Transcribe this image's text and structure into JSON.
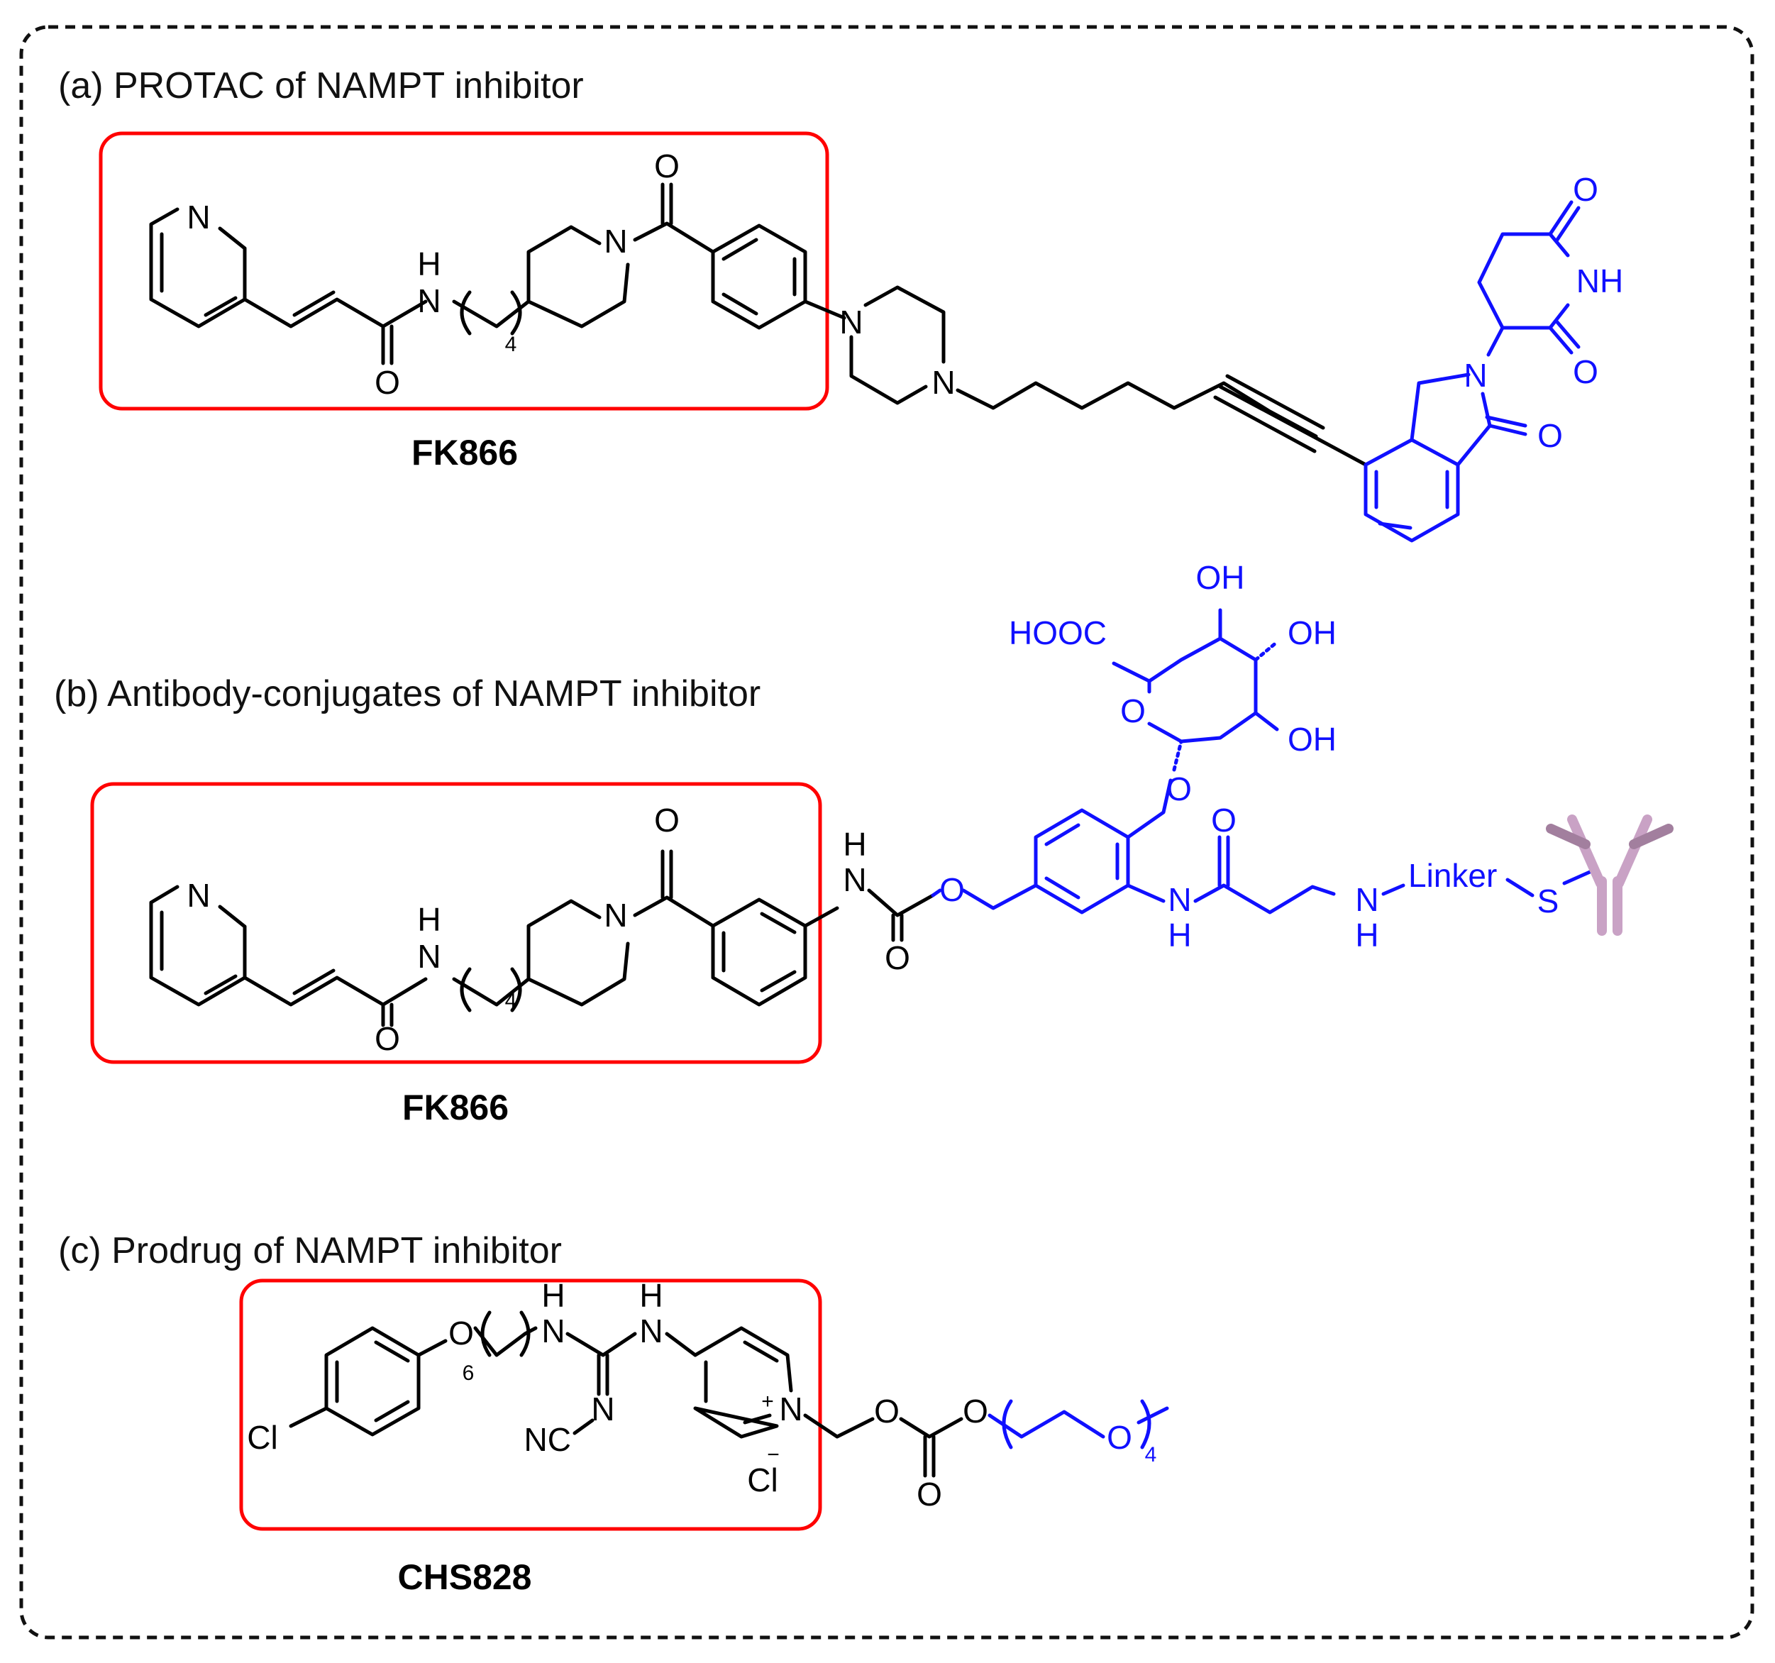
{
  "panels": {
    "a": {
      "heading": "(a) PROTAC of NAMPT inhibitor",
      "caption": "FK866",
      "atoms": {
        "pyridine_n": "N",
        "amide_h": "H",
        "amide_n": "N",
        "amide_o": "O",
        "chain_count": "4",
        "pip_n": "N",
        "carbonyl_o": "O",
        "piperazine_n1": "N",
        "piperazine_n2": "N",
        "glut_o_top": "O",
        "glut_nh": "NH",
        "glut_o_bottom": "O",
        "isoind_n": "N",
        "isoind_o": "O"
      }
    },
    "b": {
      "heading": "(b) Antibody-conjugates of NAMPT inhibitor",
      "caption": "FK866",
      "atoms": {
        "pyridine_n": "N",
        "amide_h": "H",
        "amide_n": "N",
        "amide_o": "O",
        "chain_count": "4",
        "pip_n": "N",
        "carbonyl_o": "O",
        "carbamate_h": "H",
        "carbamate_n": "N",
        "carbamate_o_ring": "O",
        "carbamate_o": "O",
        "glucuronide_o": "O",
        "sugar_o": "O",
        "hooc": "HOOC",
        "oh_top": "OH",
        "oh_right": "OH",
        "oh_bottom": "OH",
        "amide2_n": "N",
        "amide2_h": "H",
        "amide2_o": "O",
        "amine_n": "N",
        "amine_h": "H",
        "linker": "Linker",
        "sulfur": "S"
      }
    },
    "c": {
      "heading": "(c) Prodrug of NAMPT inhibitor",
      "caption": "CHS828",
      "atoms": {
        "ether_o": "O",
        "chain_count": "6",
        "nh1_h": "H",
        "nh1_n": "N",
        "nh2_h": "H",
        "nh2_n": "N",
        "imine_n": "N",
        "nitrile": "NC",
        "chloro": "Cl",
        "pyridinium_n": "N",
        "plus": "+",
        "counterion": "Cl",
        "minus": "−",
        "carbonate_o1": "O",
        "carbonate_o2": "O",
        "carbonate_o3": "O",
        "peg_o": "O",
        "peg_count": "4"
      }
    }
  },
  "colors": {
    "frame": "#000000",
    "highlight_box": "#ff0000",
    "inhibitor": "#000000",
    "modifier": "#1010ff",
    "antibody": "#c9a2c5"
  }
}
